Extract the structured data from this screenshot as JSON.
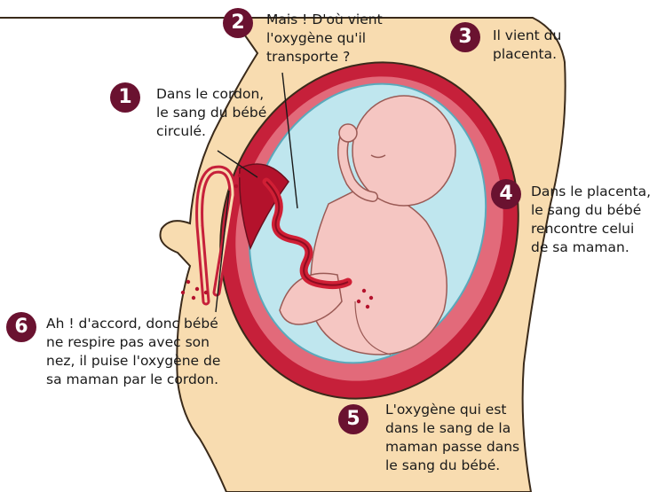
{
  "colors": {
    "skin": "#f8dcb0",
    "skin_outline": "#3a2a1a",
    "uterus": "#c6203a",
    "uterus_inner": "#e26a7a",
    "amniotic_fluid": "#bfe6ee",
    "baby": "#f5c6c2",
    "cord": "#d01f35",
    "badge": "#6a1230",
    "text": "#1a1a1a"
  },
  "steps": [
    {
      "number": "1",
      "text": "Dans le cordon,\nle sang du bébé\ncirculé."
    },
    {
      "number": "2",
      "text": "Mais ! D'où vient\nl'oxygène qu'il\ntransporte ?"
    },
    {
      "number": "3",
      "text": "Il vient du\nplacenta."
    },
    {
      "number": "4",
      "text": "Dans le placenta,\nle sang du bébé\nrencontre celui\nde sa maman."
    },
    {
      "number": "5",
      "text": "L'oxygène qui est\ndans le sang de la\nmaman passe dans\nle sang du bébé."
    },
    {
      "number": "6",
      "text": "Ah ! d'accord, donc bébé\nne respire pas avec son\nnez, il puise l'oxygène de\nsa maman par le cordon."
    }
  ]
}
